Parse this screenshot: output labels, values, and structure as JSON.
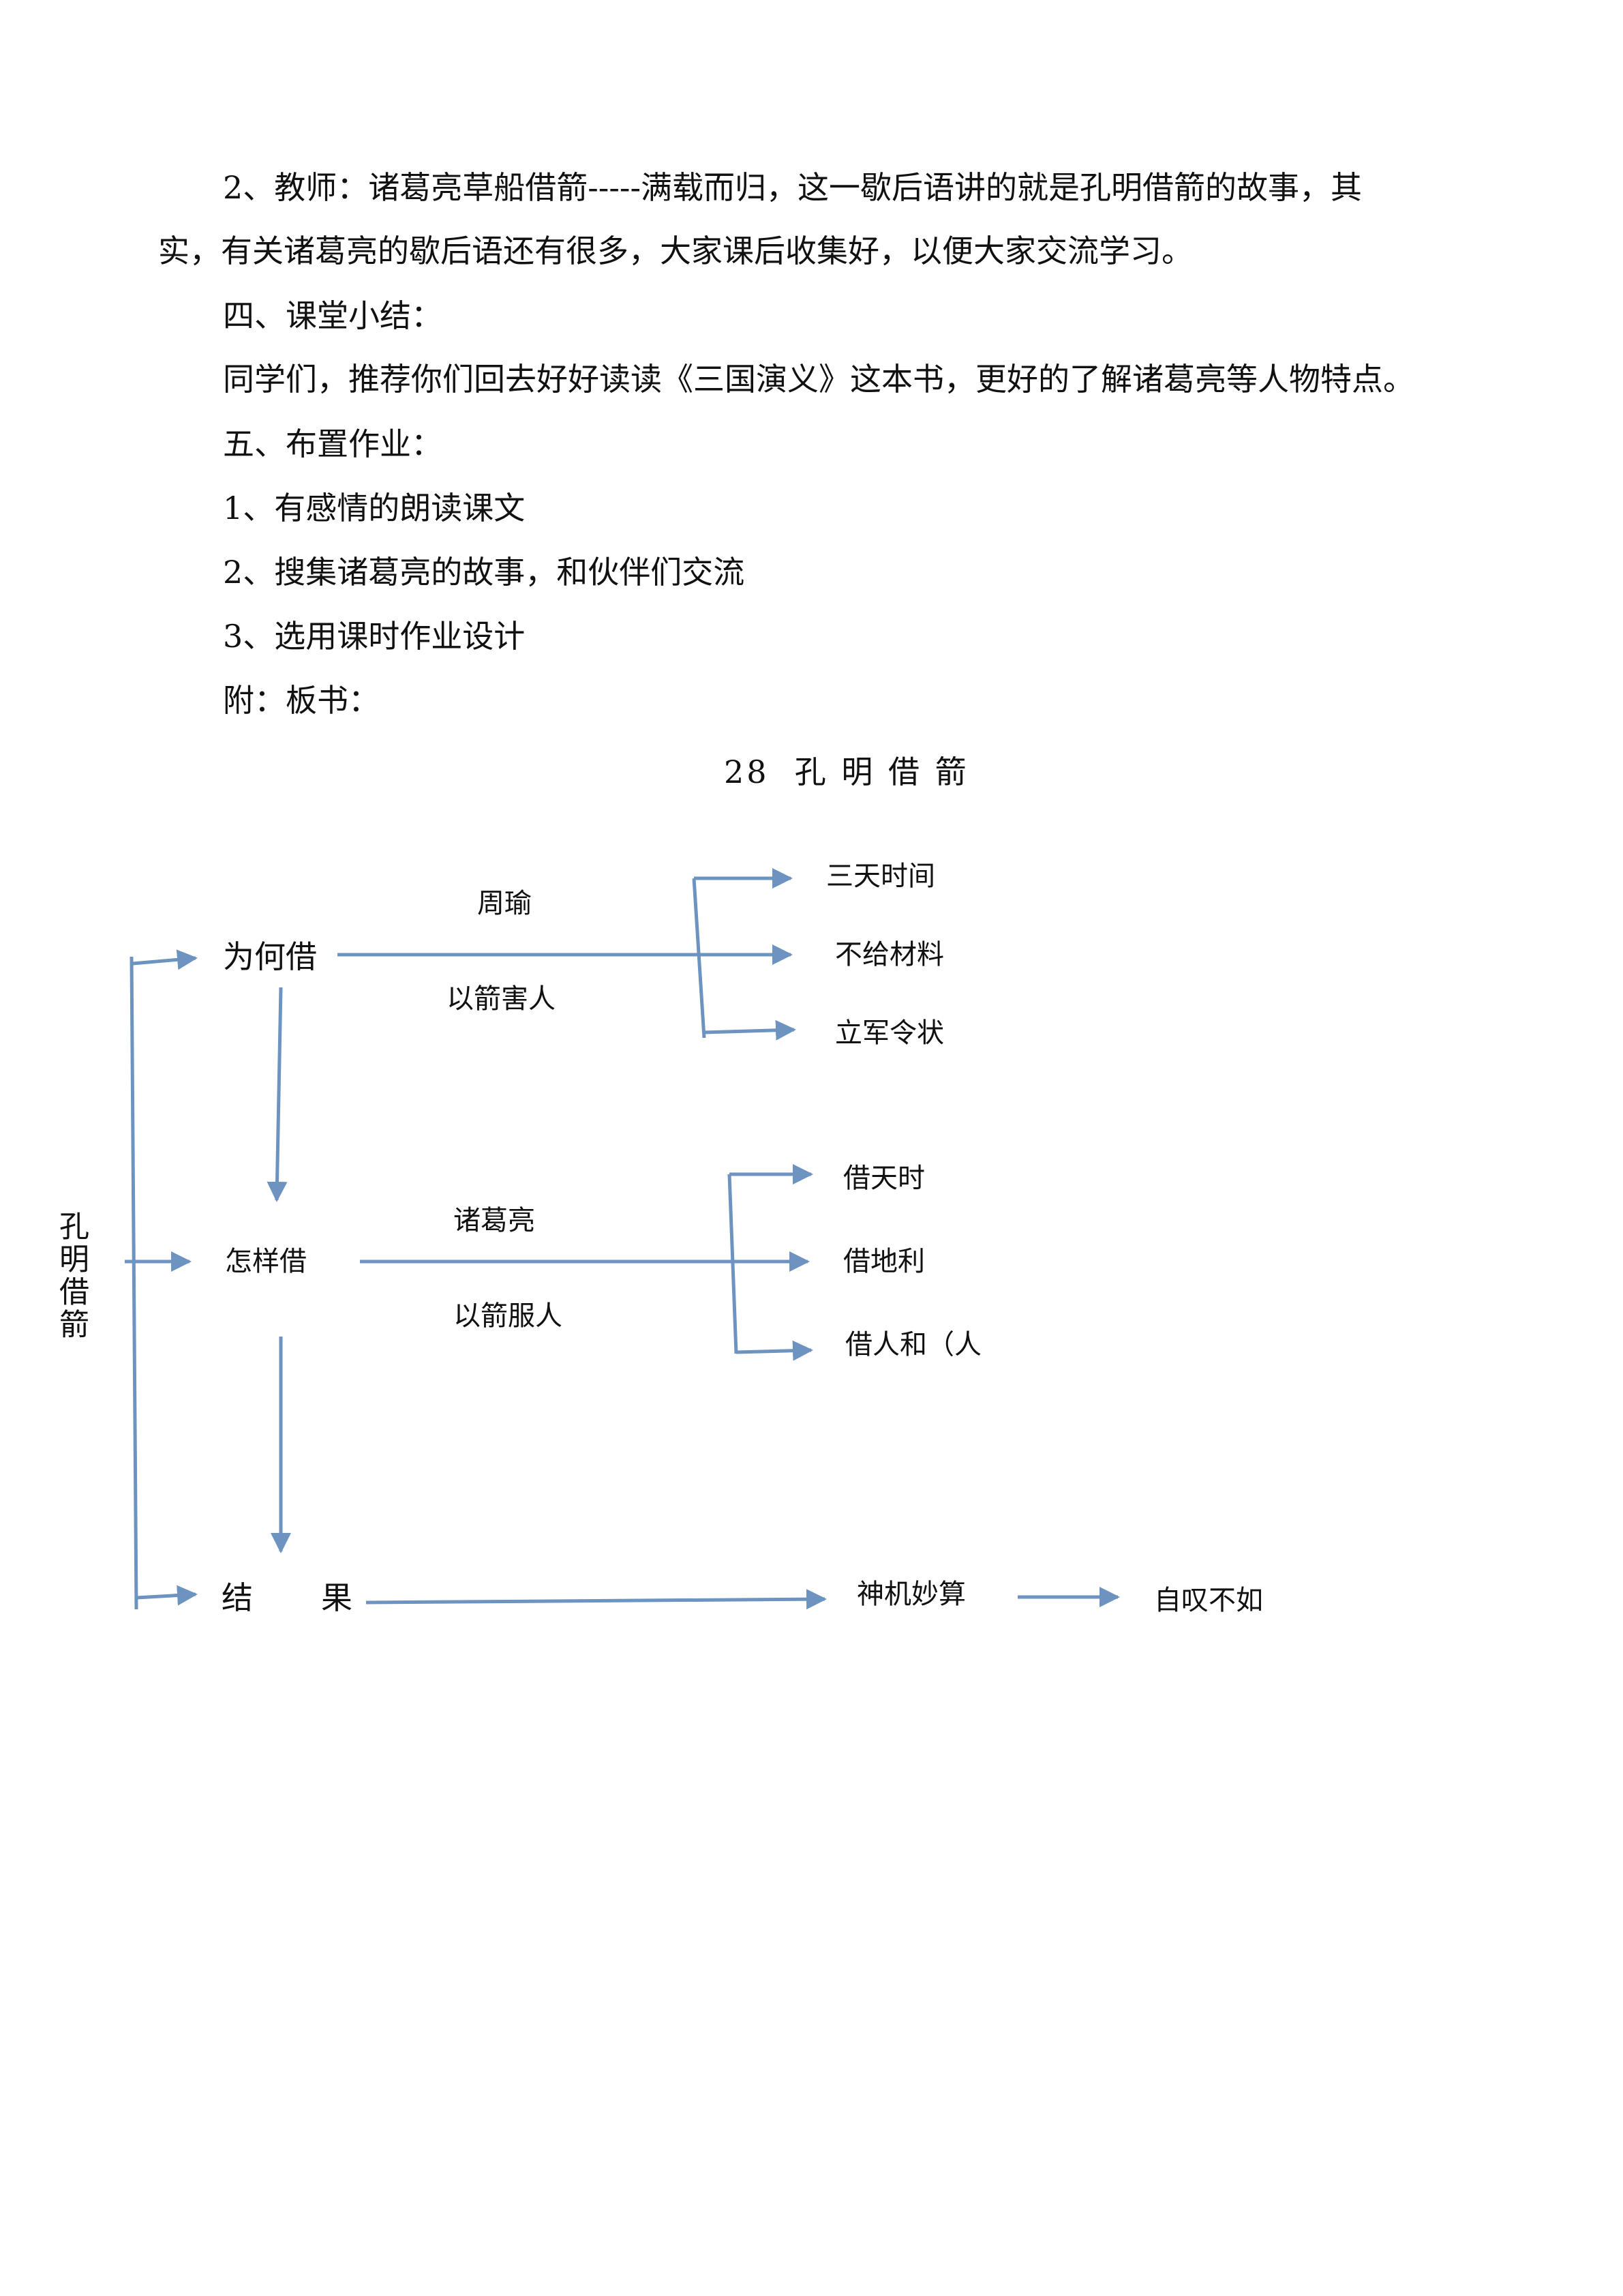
{
  "paragraphs": [
    "2、教师：诸葛亮草船借箭-----满载而归，这一歇后语讲的就是孔明借箭的故事，其",
    "实，有关诸葛亮的歇后语还有很多，大家课后收集好，以便大家交流学习。",
    "四、课堂小结：",
    "同学们，推荐你们回去好好读读《三国演义》这本书，更好的了解诸葛亮等人物特点。",
    "五、布置作业：",
    "1、有感情的朗读课文",
    "2、搜集诸葛亮的故事，和伙伴们交流",
    "3、选用课时作业设计",
    "附：板书："
  ],
  "board": {
    "title": "28  孔 明 借 箭",
    "root": "孔明借箭",
    "rows": [
      {
        "node": "为何借",
        "edge_top": "周瑜",
        "edge_bottom": "以箭害人",
        "branches": [
          "三天时间",
          "不给材料",
          "立军令状"
        ]
      },
      {
        "node": "怎样借",
        "edge_top": "诸葛亮",
        "edge_bottom": "以箭服人",
        "branches": [
          "借天时",
          "借地利",
          "借人和（人"
        ]
      },
      {
        "node": "结果",
        "result": "神机妙算",
        "final": "自叹不如"
      }
    ],
    "line_color": "#6d93c0"
  }
}
